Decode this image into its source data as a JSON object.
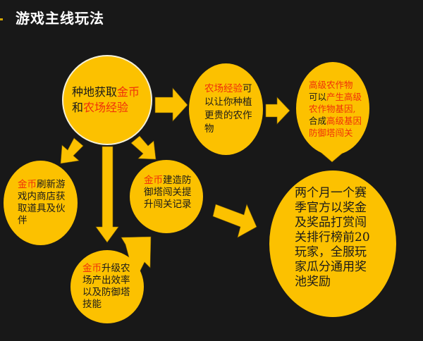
{
  "title": "游戏主线玩法",
  "colors": {
    "background": "#181818",
    "node": "#fcc100",
    "highlight": "#f0300a",
    "text": "#1a1a1a"
  },
  "nodes": {
    "main": {
      "lines": [
        [
          {
            "t": "种地获取"
          },
          {
            "t": "金币",
            "hl": true
          }
        ],
        [
          {
            "t": "和"
          },
          {
            "t": "农场经验",
            "hl": true
          }
        ]
      ]
    },
    "farm_exp": {
      "lines": [
        [
          {
            "t": "农场经验",
            "hl": true
          },
          {
            "t": "可"
          }
        ],
        [
          {
            "t": "以让你种植"
          }
        ],
        [
          {
            "t": "更贵的农作"
          }
        ],
        [
          {
            "t": "物"
          }
        ]
      ]
    },
    "advanced_crops": {
      "lines": [
        [
          {
            "t": "高级农作物",
            "hl": true
          }
        ],
        [
          {
            "t": "可以"
          },
          {
            "t": "产生高级",
            "hl": true
          }
        ],
        [
          {
            "t": "农作物基因,",
            "hl": true
          }
        ],
        [
          {
            "t": "合成"
          },
          {
            "t": "高级基因",
            "hl": true
          }
        ],
        [
          {
            "t": "防御塔闯关",
            "hl": true
          }
        ]
      ]
    },
    "shop": {
      "lines": [
        [
          {
            "t": "金币",
            "hl": true
          },
          {
            "t": "刷新游"
          }
        ],
        [
          {
            "t": "戏内商店获"
          }
        ],
        [
          {
            "t": "取道具及伙"
          }
        ],
        [
          {
            "t": "伴"
          }
        ]
      ]
    },
    "tower": {
      "lines": [
        [
          {
            "t": "金币",
            "hl": true
          },
          {
            "t": "建造防"
          }
        ],
        [
          {
            "t": "御塔闯关提"
          }
        ],
        [
          {
            "t": "升闯关记录"
          }
        ]
      ]
    },
    "upgrade": {
      "lines": [
        [
          {
            "t": "金币",
            "hl": true
          },
          {
            "t": "升级农"
          }
        ],
        [
          {
            "t": "场产出效率"
          }
        ],
        [
          {
            "t": "以及防御塔"
          }
        ],
        [
          {
            "t": "技能"
          }
        ]
      ]
    },
    "season": {
      "lines": [
        [
          {
            "t": "两个月一个赛"
          }
        ],
        [
          {
            "t": "季官方以奖金"
          }
        ],
        [
          {
            "t": "及奖品打赏闯"
          }
        ],
        [
          {
            "t": "关排行榜前20"
          }
        ],
        [
          {
            "t": "玩家，全服玩"
          }
        ],
        [
          {
            "t": "家瓜分通用奖"
          }
        ],
        [
          {
            "t": "池奖励"
          }
        ]
      ]
    }
  }
}
